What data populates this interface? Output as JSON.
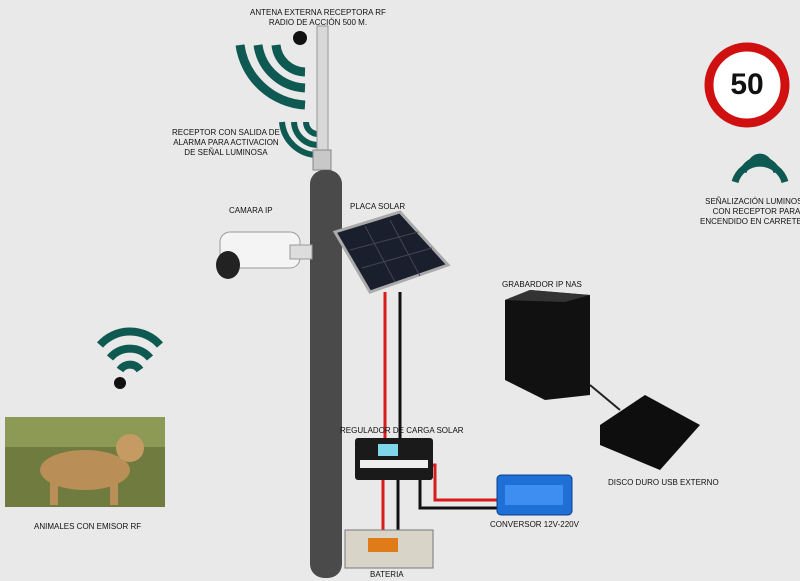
{
  "colors": {
    "background": "#e9e9e9",
    "signal": "#0e5a52",
    "pole": "#4a4a4a",
    "wire_red": "#d81b1b",
    "wire_black": "#111111",
    "sign_red": "#d01010"
  },
  "labels": {
    "antenna_line1": "ANTENA EXTERNA RECEPTORA RF",
    "antenna_line2": "RADIO DE ACCIÓN 500 m.",
    "receiver_line1": "RECEPTOR CON SALIDA DE",
    "receiver_line2": "ALARMA PARA ACTIVACION",
    "receiver_line3": "DE SEÑAL LUMINOSA",
    "camera": "CAMARA IP",
    "solar_panel": "PLACA SOLAR",
    "nas": "GRABARDOR IP NAS",
    "road_sign_line1": "SEÑALIZACIÓN LUMINOSA",
    "road_sign_line2": "CON RECEPTOR PARA",
    "road_sign_line3": "ENCENDIDO EN CARRETERA",
    "regulator": "REGULADOR DE CARGA SOLAR",
    "usb_disk": "DISCO DURO USB EXTERNO",
    "converter": "CONVERSOR 12V-220V",
    "battery": "BATERIA",
    "animals": "ANIMALES CON EMISOR RF"
  },
  "speed_sign": {
    "value": "50"
  }
}
